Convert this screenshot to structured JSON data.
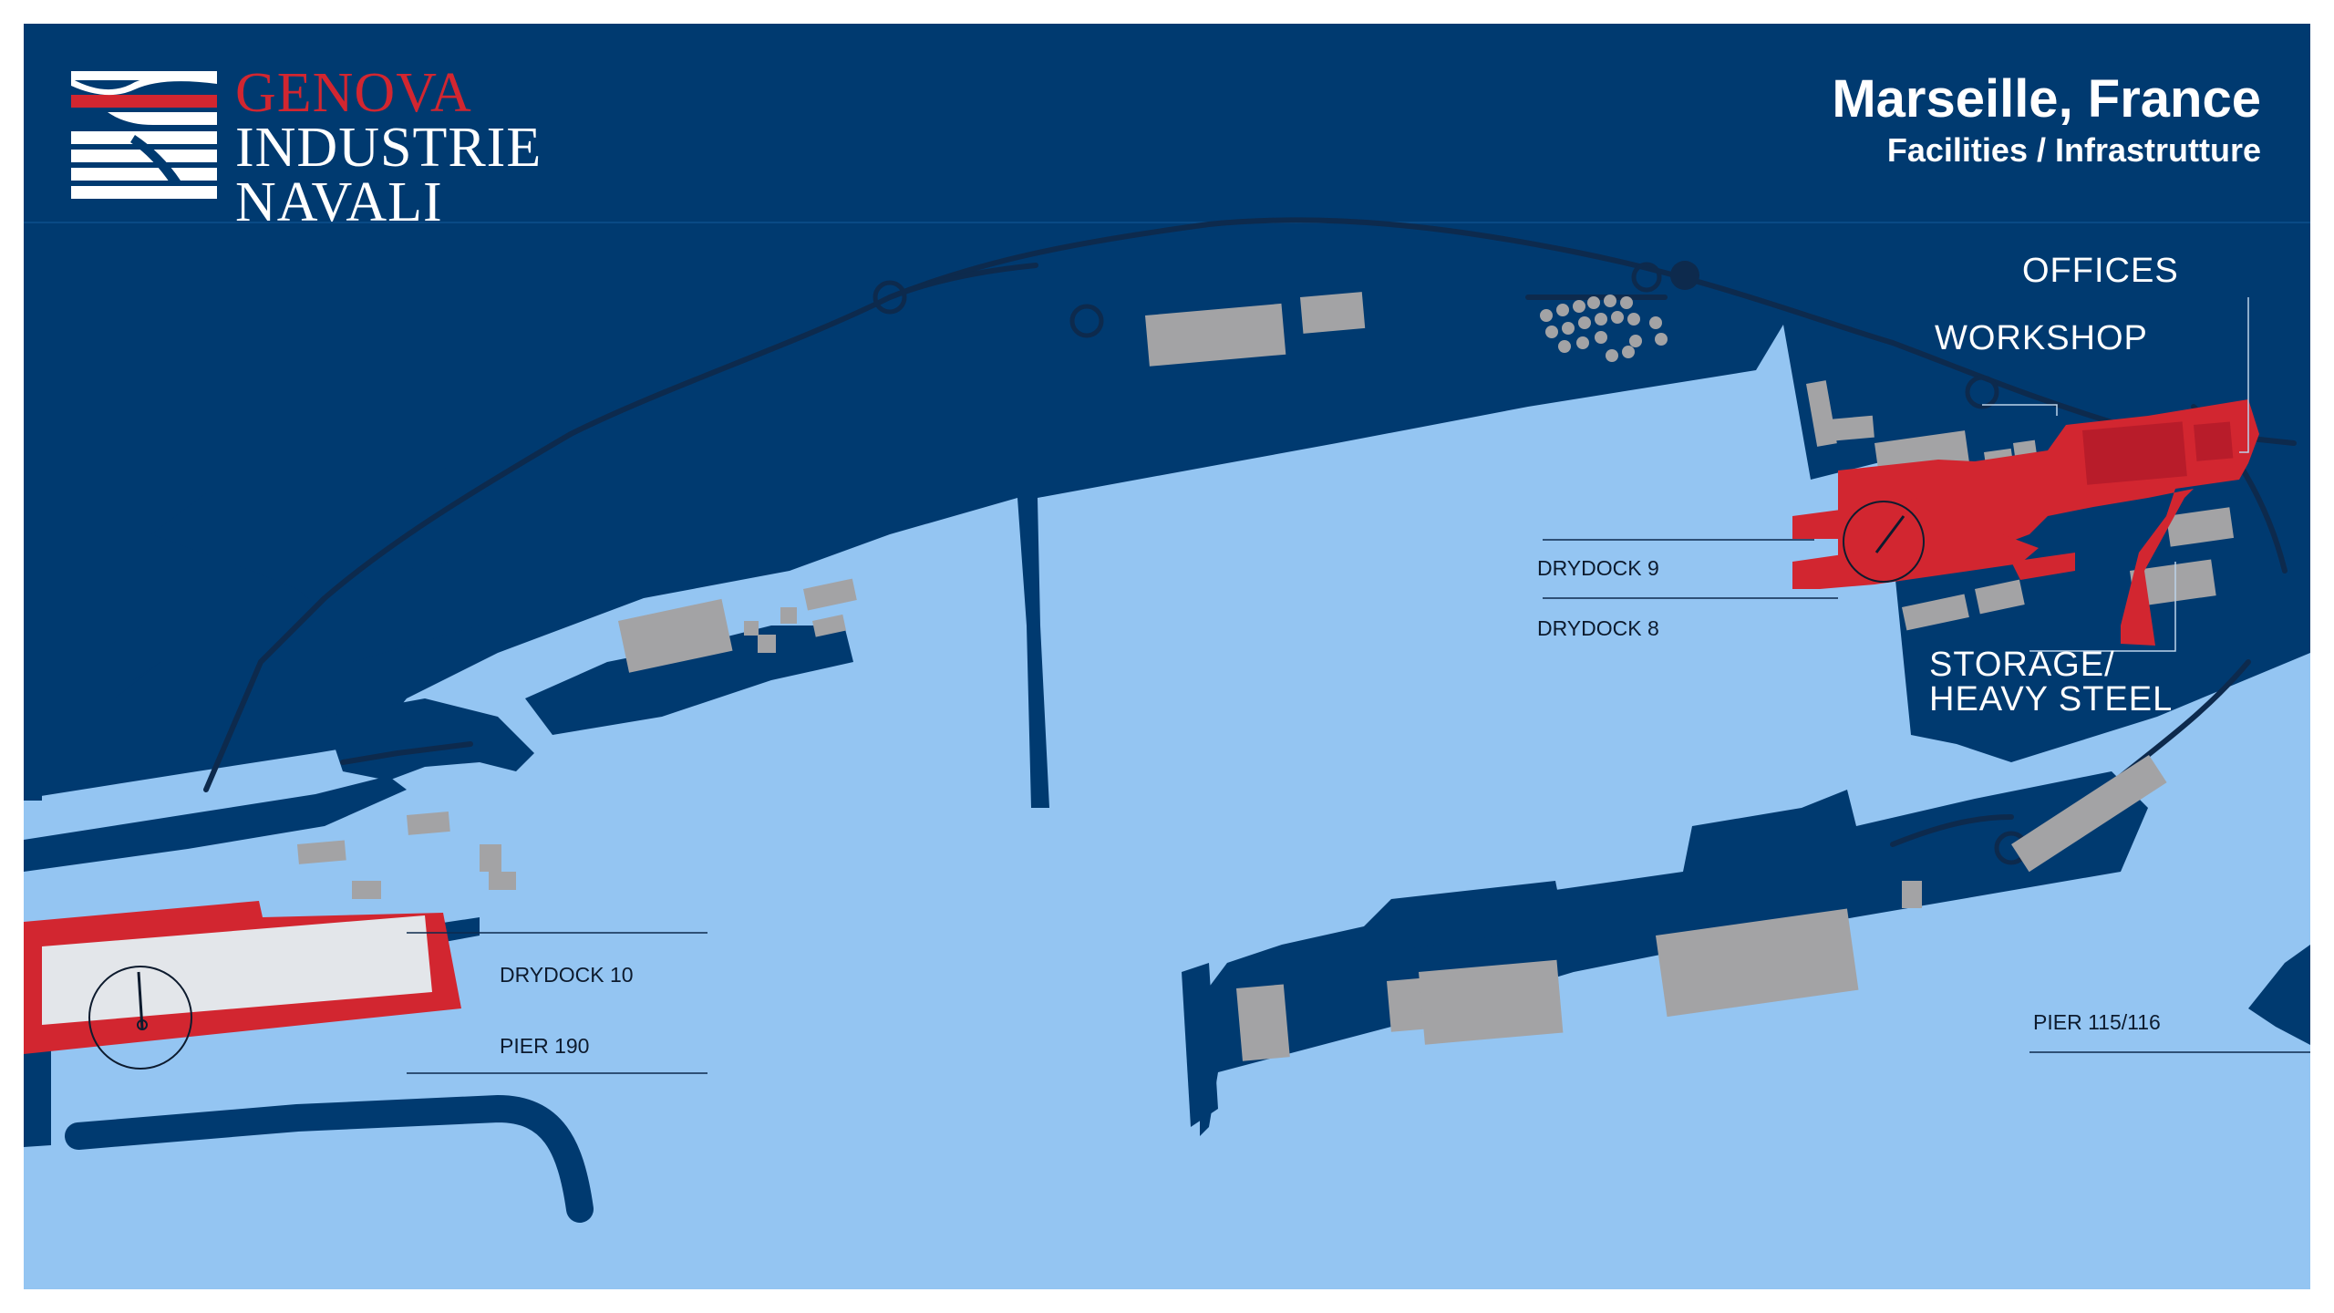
{
  "header": {
    "logo": {
      "line1": "GENOVA",
      "line2": "INDUSTRIE",
      "line3": "NAVALI"
    },
    "location_title": "Marseille, France",
    "subtitle": "Facilities / Infrastrutture"
  },
  "labels": {
    "offices": "OFFICES",
    "workshop": "WORKSHOP",
    "storage_line1": "STORAGE/",
    "storage_line2": "HEAVY STEEL",
    "drydock9": "DRYDOCK 9",
    "drydock8": "DRYDOCK 8",
    "drydock10": "DRYDOCK 10",
    "pier190": "PIER 190",
    "pier115": "PIER 115/116"
  },
  "colors": {
    "land": "#003a70",
    "water": "#94c5f2",
    "building": "#a3a3a5",
    "facility_red": "#d22630",
    "road": "#0d2a4d"
  },
  "icons": [
    "compass-icon",
    "logo-icon"
  ]
}
